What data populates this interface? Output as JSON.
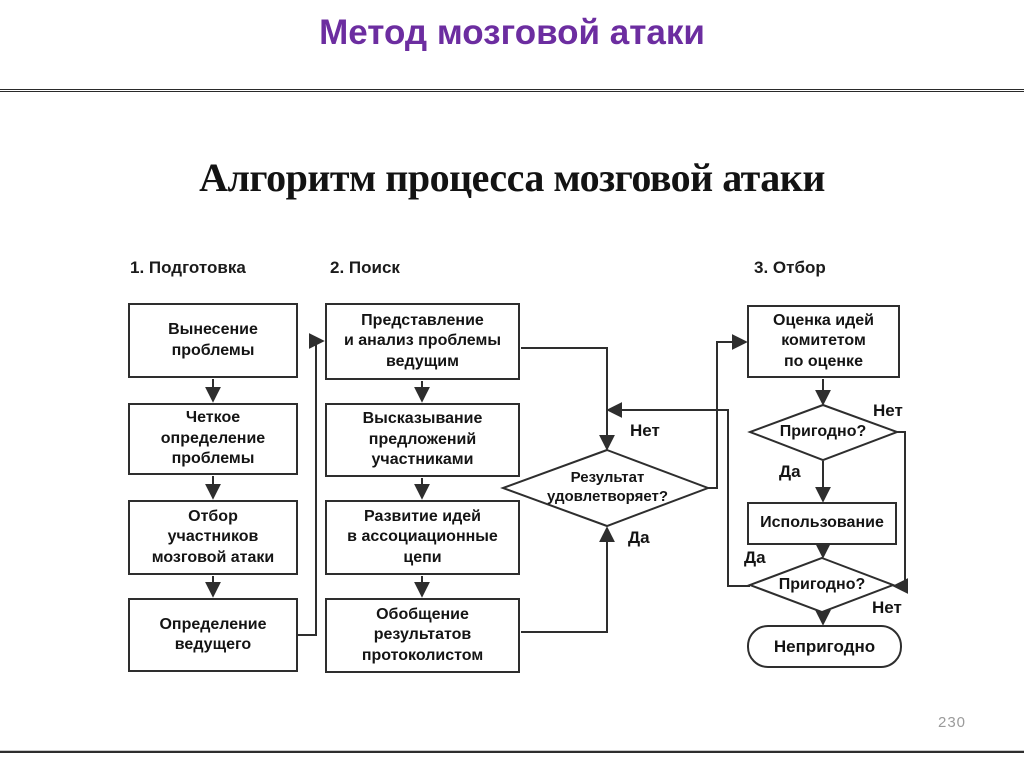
{
  "slide": {
    "title": "Метод мозговой атаки",
    "page_number": "230",
    "accent_color": "#6c2da0",
    "line_color": "#2e2e2e"
  },
  "diagram": {
    "title": "Алгоритм процесса мозговой атаки",
    "stages": [
      {
        "label": "1. Подготовка"
      },
      {
        "label": "2. Поиск"
      },
      {
        "label": "3. Отбор"
      }
    ],
    "nodes": {
      "state_problem": "Вынесение\nпроблемы",
      "define_problem": "Четкое\nопределение\nпроблемы",
      "select_participants": "Отбор\nучастников\nмозговой атаки",
      "assign_leader": "Определение\nведущего",
      "present_problem": "Представление\nи анализ проблемы\nведущим",
      "express_proposals": "Высказывание\nпредложений\nучастниками",
      "develop_ideas": "Развитие идей\nв ассоциационные\nцепи",
      "summarize_results": "Обобщение\nрезультатов\nпротоколистом",
      "result_satisfies": "Результат\nудовлетворяет?",
      "evaluate_ideas": "Оценка идей\nкомитетом\nпо оценке",
      "suitable_1": "Пригодно?",
      "use": "Использование",
      "suitable_2": "Пригодно?",
      "unsuitable": "Непригодно"
    },
    "edge_labels": {
      "result_no": "Нет",
      "result_yes": "Да",
      "suitable1_no": "Нет",
      "suitable1_yes": "Да",
      "suitable2_yes": "Да",
      "suitable2_no": "Нет"
    }
  }
}
